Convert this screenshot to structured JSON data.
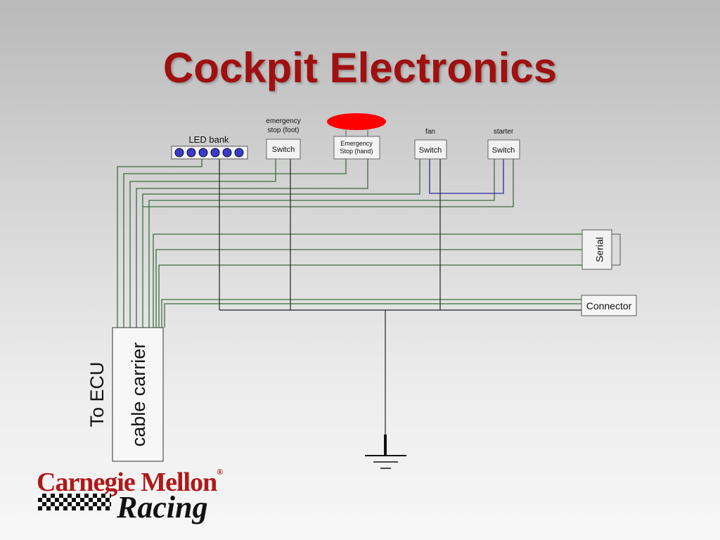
{
  "slide": {
    "title": "Cockpit Electronics"
  },
  "diagram": {
    "led_bank_label": "LED bank",
    "emergency_foot_label_line1": "emergency",
    "emergency_foot_label_line2": "stop (foot)",
    "emergency_foot_switch": "Switch",
    "emergency_hand_line1": "Emergency",
    "emergency_hand_line2": "Stop (hand)",
    "fan_label": "fan",
    "fan_switch": "Switch",
    "starter_label": "starter",
    "starter_switch": "Switch",
    "serial_label": "Serial",
    "connector_label": "Connector",
    "cable_carrier_label": "cable carrier",
    "to_ecu_label": "To ECU",
    "colors": {
      "wire_green": "#3d6b3d",
      "wire_black": "#222222",
      "wire_blue": "#2a2aa0",
      "button_red": "#ff0000",
      "led_blue": "#3a3acc"
    }
  },
  "logo": {
    "name": "Carnegie Mellon",
    "racing": "Racing",
    "registered": "®"
  }
}
